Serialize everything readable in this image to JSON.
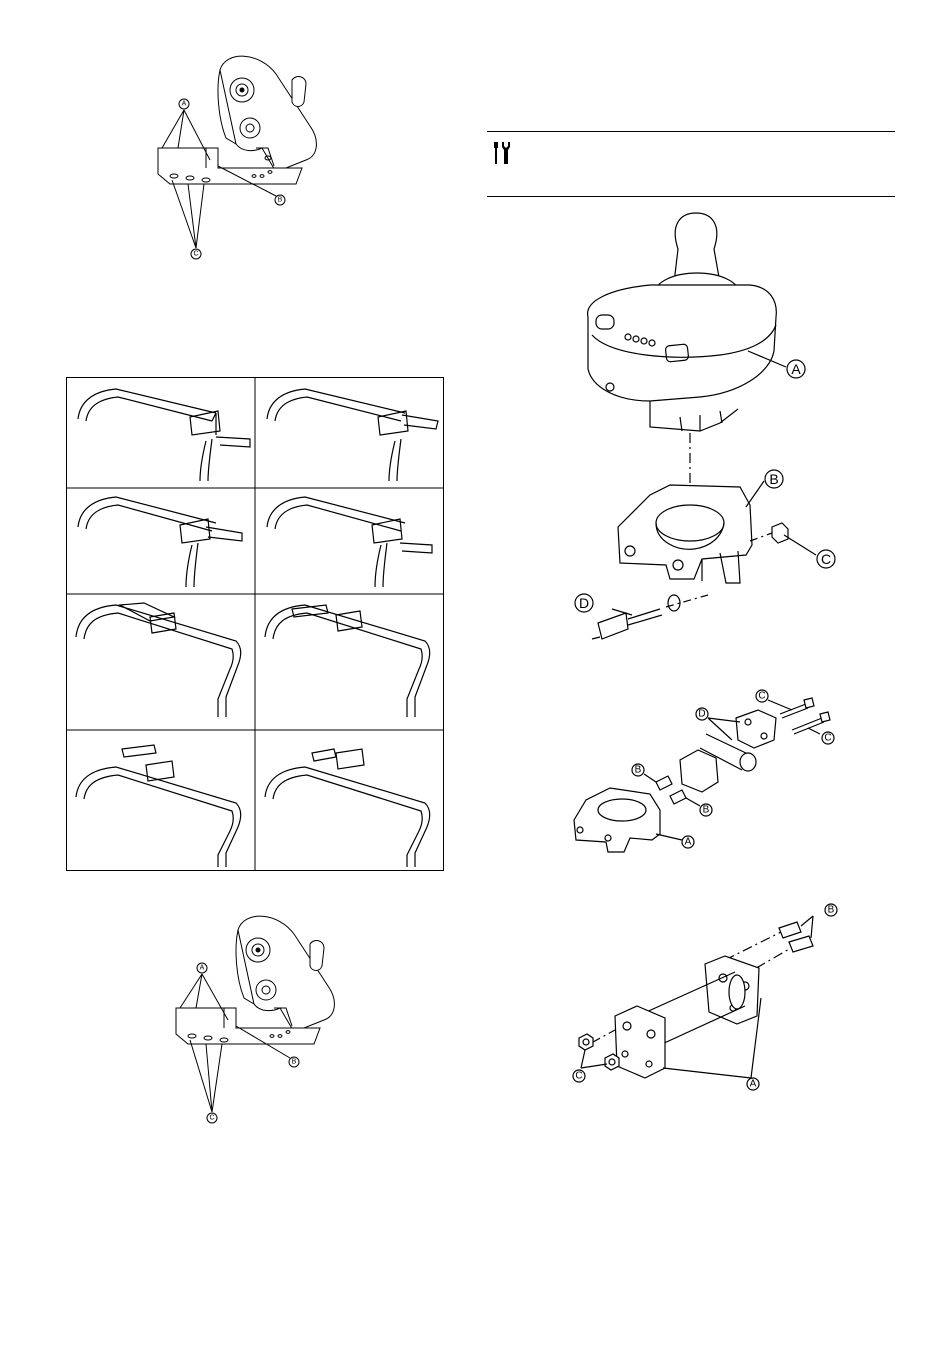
{
  "callouts": {
    "a": "A",
    "b": "B",
    "c": "C",
    "d": "D"
  },
  "icons": {
    "tools": "tools-icon"
  }
}
